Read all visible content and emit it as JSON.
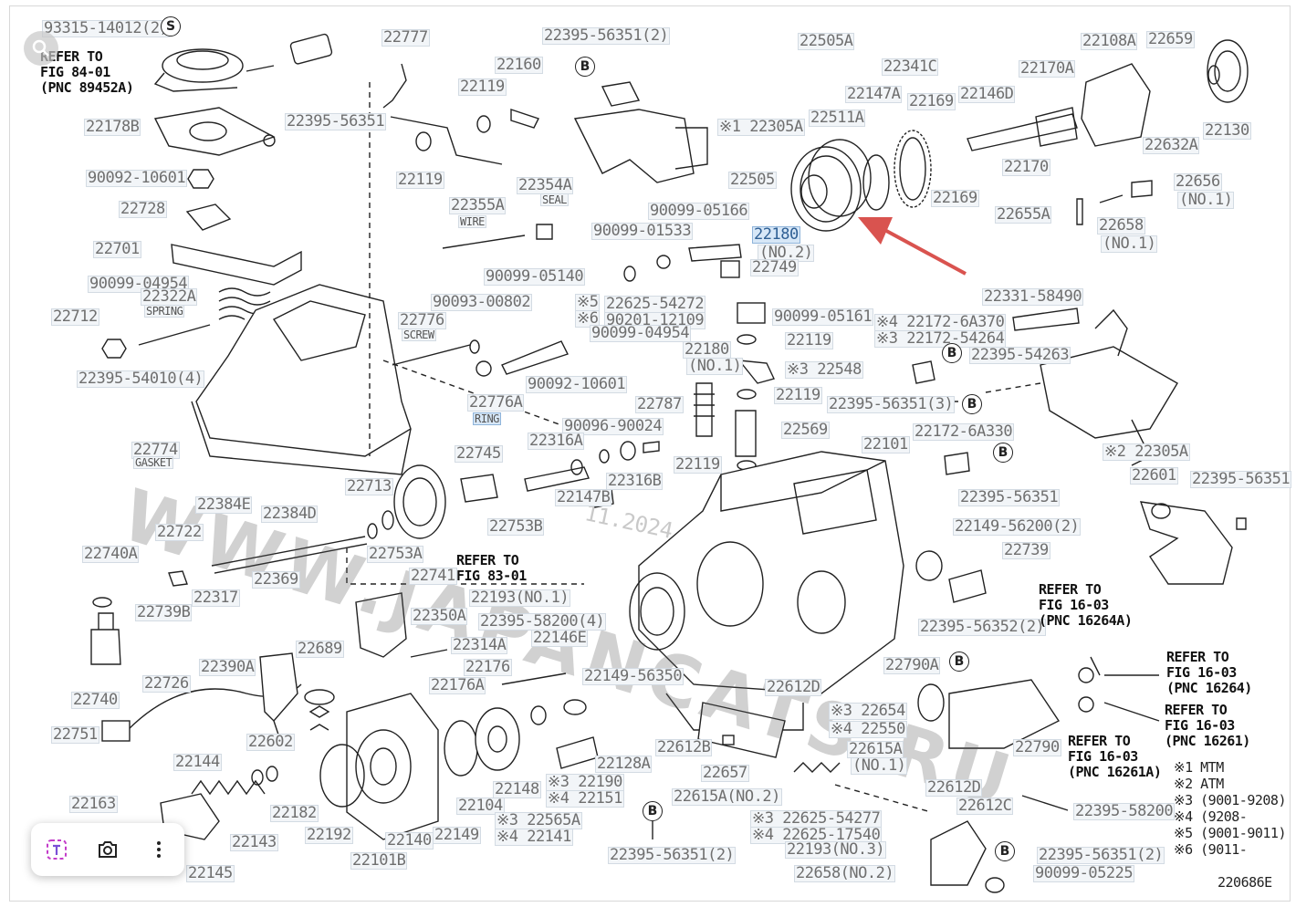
{
  "diagram": {
    "code": "220686E",
    "watermark": "WWW.JAPANCATS.RU",
    "date_watermark": "11.2024",
    "notes": [
      "※1 MTM",
      "※2 ATM",
      "※3 (9001-9208)",
      "※4 (9208-       )",
      "※5 (9001-9011)",
      "※6 (9011-       )"
    ],
    "refs": [
      {
        "text": "REFER TO\nFIG 84-01\n(PNC 89452A)"
      },
      {
        "text": "REFER TO\nFIG 83-01"
      },
      {
        "text": "REFER TO\nFIG 16-03\n(PNC 16264A)"
      },
      {
        "text": "REFER TO\nFIG 16-03\n(PNC 16264)"
      },
      {
        "text": "REFER TO\nFIG 16-03\n(PNC 16261)"
      },
      {
        "text": "REFER TO\nFIG 16-03\n(PNC 16261A)"
      }
    ],
    "labels": [
      "93315-14012(2)",
      "22178B",
      "22395-56351",
      "90092-10601",
      "22728",
      "22701",
      "90099-04954",
      "22322A",
      "SPRING",
      "22712",
      "22395-54010(4)",
      "22777",
      "22119",
      "22160",
      "22119",
      "22355A",
      "WIRE",
      "22354A",
      "SEAL",
      "22395-56351(2)",
      "※1 22305A",
      "90099-01533",
      "22180",
      "(NO.2)",
      "22749",
      "22505A",
      "22341C",
      "22147A",
      "22511A",
      "22169",
      "22146D",
      "22505",
      "90099-05166",
      "22169",
      "22170A",
      "22108A",
      "22659",
      "22130",
      "22632A",
      "22170",
      "22656",
      "(NO.1)",
      "22655A",
      "22658",
      "(NO.1)",
      "90099-05140",
      "90093-00802",
      "22776",
      "SCREW",
      "※5",
      "※6",
      "22625-54272",
      "90201-12109",
      "90099-04954",
      "90092-10601",
      "22776A",
      "RING",
      "22180",
      "(NO.1)",
      "90099-05161",
      "22119",
      "※3 22548",
      "22119",
      "22569",
      "22787",
      "90096-90024",
      "22316A",
      "22745",
      "22316B",
      "22147B",
      "22119",
      "22101",
      "22331-58490",
      "※4 22172-6A370",
      "※3 22172-54264",
      "22395-54263",
      "22395-56351(3)",
      "※2 22305A",
      "22172-6A330",
      "22395-56351",
      "22601",
      "22395-56351",
      "22774",
      "GASKET",
      "22713",
      "22384E",
      "22384D",
      "22722",
      "22740A",
      "22753B",
      "22753A",
      "22741",
      "22193(NO.1)",
      "22369",
      "22317",
      "22739B",
      "22350A",
      "22395-58200(4)",
      "22146E",
      "22149-56200(2)",
      "22739",
      "22314A",
      "22689",
      "22390A",
      "22726",
      "22740",
      "22751",
      "22176A",
      "22176",
      "22149-56350",
      "22612D",
      "22395-56352(2)",
      "22790A",
      "22602",
      "22144",
      "22163",
      "22182",
      "22192",
      "22140",
      "22101B",
      "22143",
      "22145",
      "22148",
      "22104",
      "※3 22190",
      "※4 22151",
      "※3 22565A",
      "※4 22141",
      "22149",
      "22128A",
      "22612B",
      "22657",
      "22615A(NO.2)",
      "※3 22654",
      "※4 22550",
      "22615A",
      "(NO.1)",
      "22612D",
      "22790",
      "22612C",
      "※3 22625-54277",
      "※4 22625-17540",
      "22193(NO.3)",
      "22658(NO.2)",
      "22395-58200",
      "22395-56351(2)",
      "90099-05225",
      "22395-56351(2)"
    ]
  },
  "ui": {
    "zoom_icon": "zoom-icon",
    "toolbar": [
      {
        "icon": "text-select-icon"
      },
      {
        "icon": "camera-icon"
      },
      {
        "icon": "more-icon"
      }
    ]
  }
}
